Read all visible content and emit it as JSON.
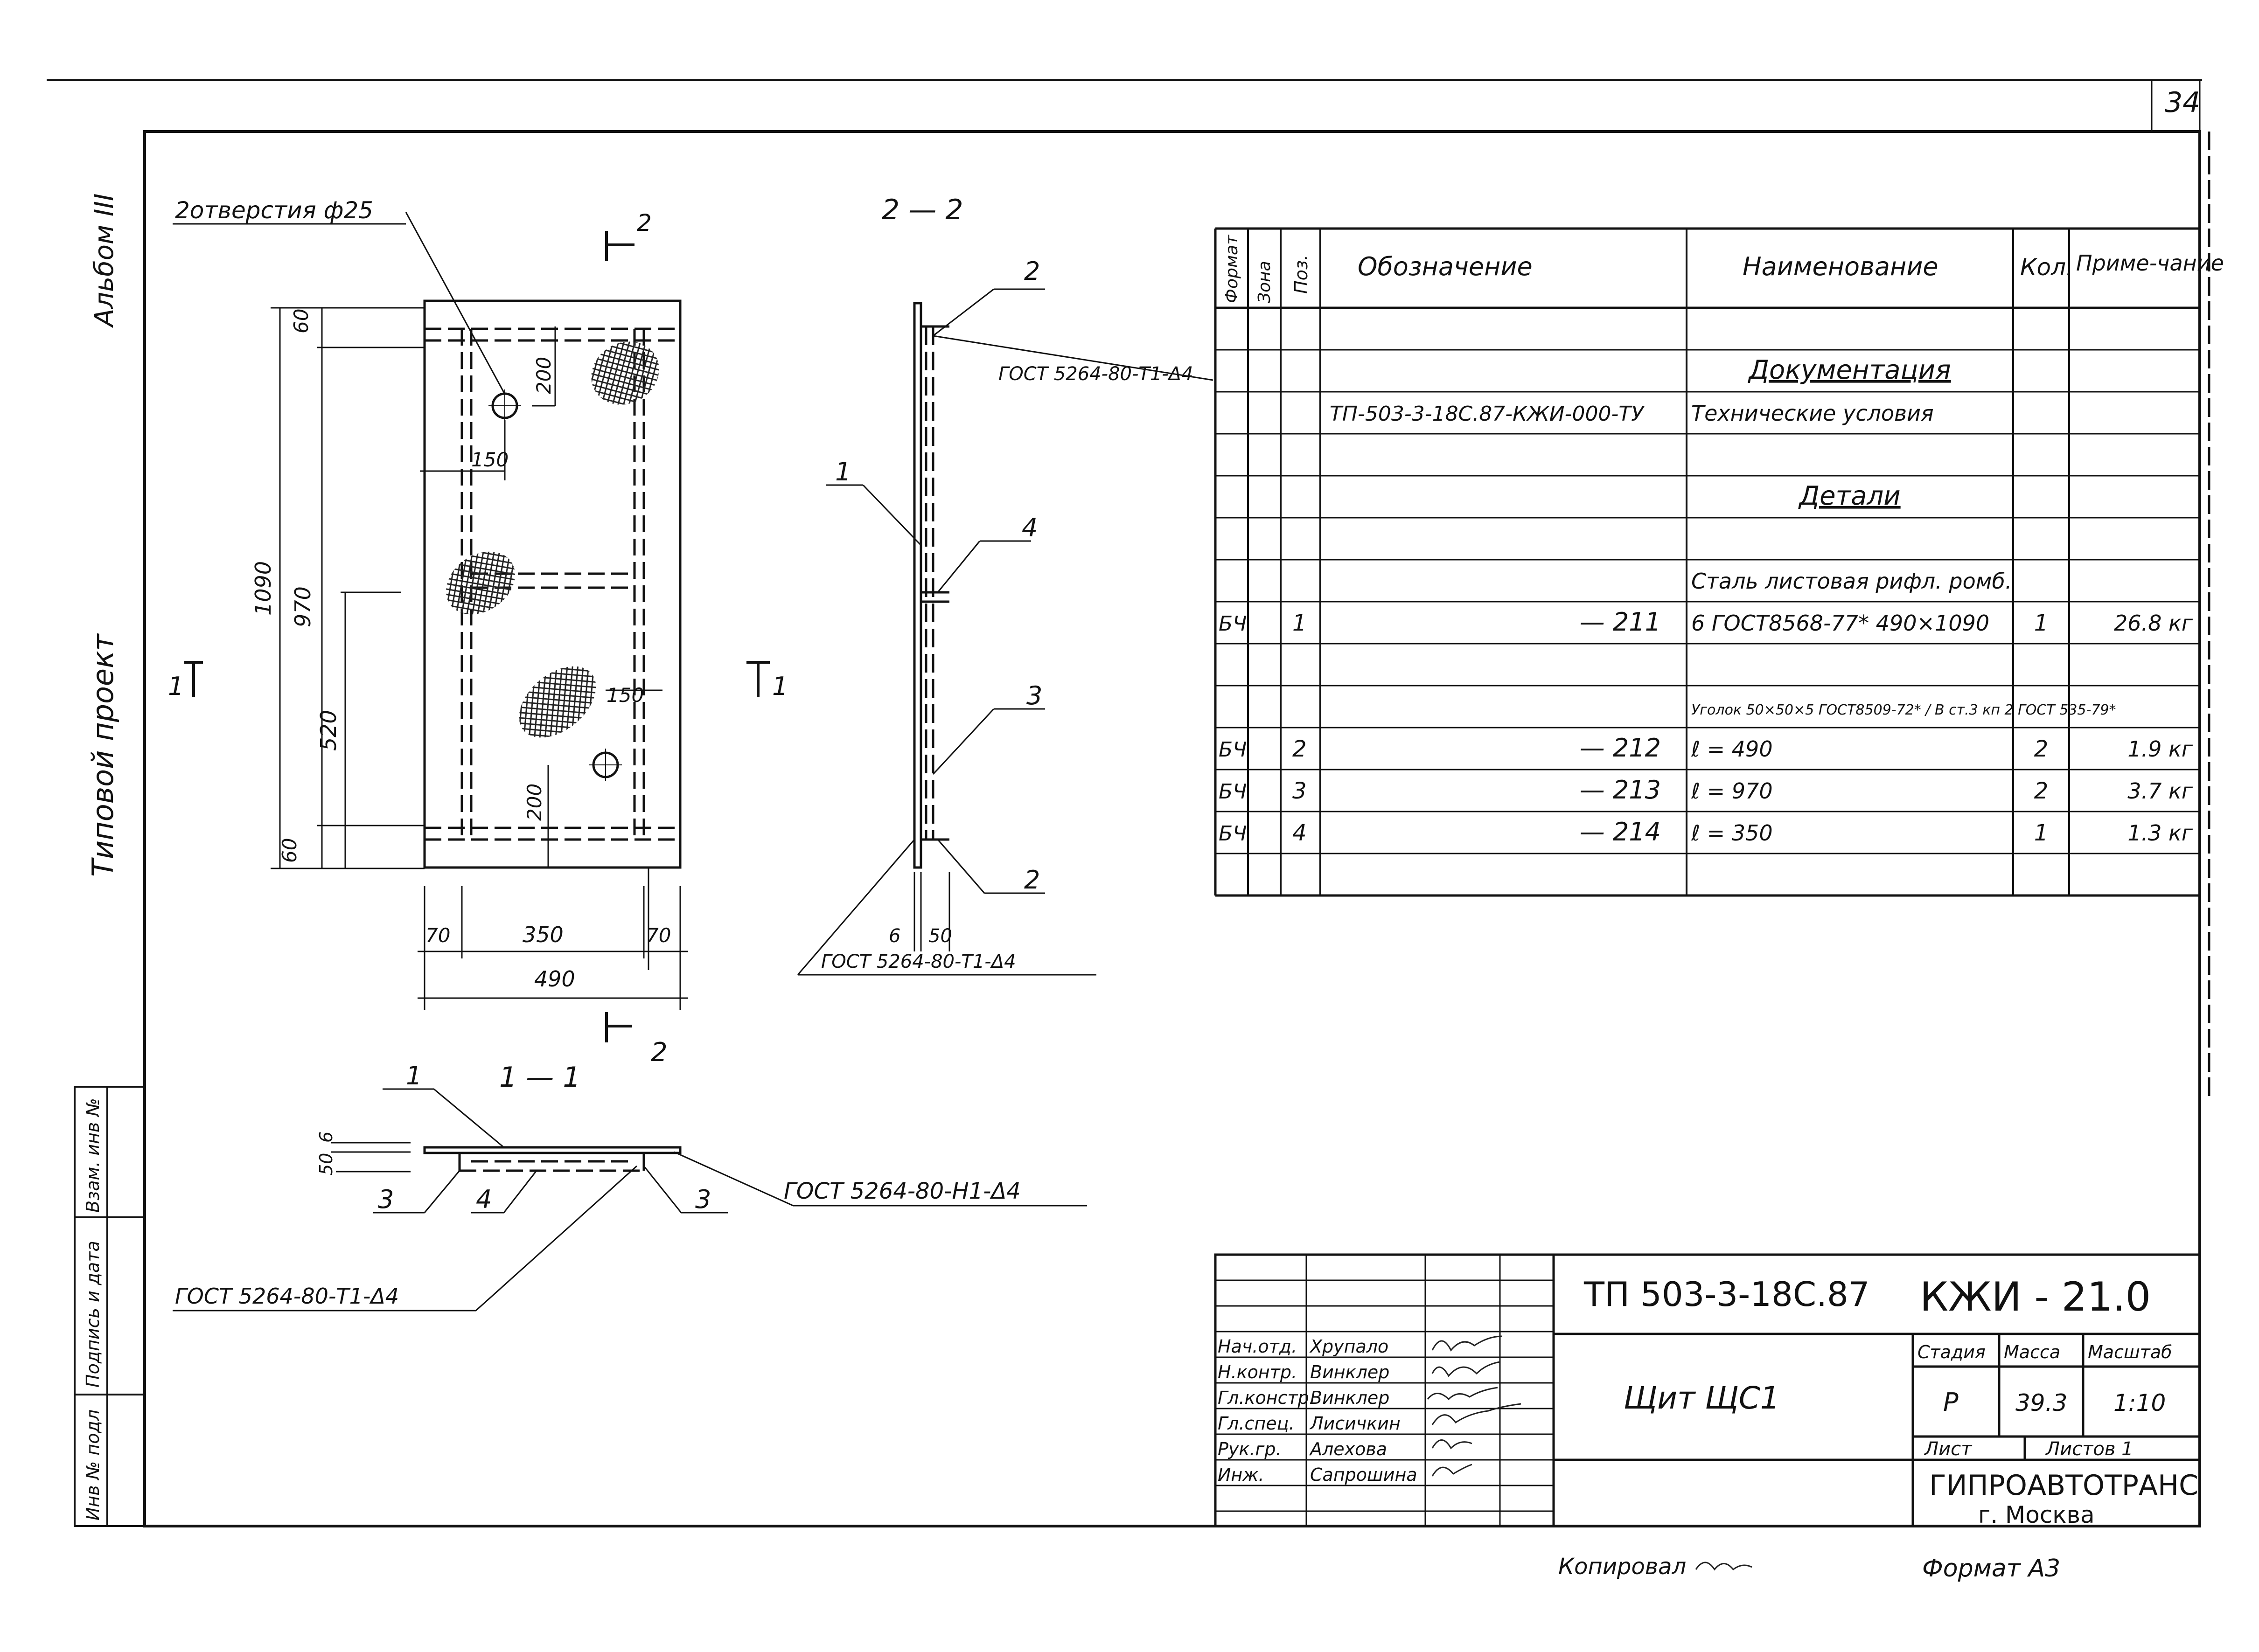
{
  "sheet_number": "34",
  "side_stamp": {
    "album": "Альбом III",
    "project_type": "Типовой проект",
    "inv_no_label": "Инв № подл",
    "sign_date_label": "Подпись и дата",
    "replaces_label": "Взам. инв №"
  },
  "front_view": {
    "holes_note": "2отверстия ф25",
    "section_cut_label": "2",
    "section_mark_left": "1",
    "section_mark_right": "1",
    "dims": {
      "top": "60",
      "hole_offset": "200",
      "hole_side": "150",
      "overall_height": "1090",
      "inner_height": "970",
      "lower": "520",
      "hole_side_2": "150",
      "hole_offset_2": "200",
      "bottom": "60",
      "left_w": "70",
      "middle_w": "350",
      "right_w": "70",
      "overall_width": "490"
    }
  },
  "section_2_2": {
    "title": "2 — 2",
    "callouts": [
      "2",
      "1",
      "4",
      "3",
      "2"
    ],
    "weld_top": "ГОСТ 5264-80-Т1-Δ4",
    "weld_bottom": "ГОСТ 5264-80-Т1-Δ4",
    "dim_thickness": "6",
    "dim_flange": "50"
  },
  "section_1_1": {
    "title": "1 — 1",
    "callouts": [
      "1",
      "3",
      "4",
      "3"
    ],
    "dim_height": "50",
    "dim_thickness": "6",
    "weld_right": "ГОСТ 5264-80-Н1-Δ4",
    "weld_bottom": "ГОСТ 5264-80-Т1-Δ4"
  },
  "spec_table": {
    "headers": {
      "format": "Формат",
      "zone": "Зона",
      "pos": "Поз.",
      "designation": "Обозначение",
      "name": "Наименование",
      "qty": "Кол.",
      "note": "Приме-чание"
    },
    "rows": [
      {
        "format": "",
        "zone": "",
        "pos": "",
        "designation": "",
        "name": "",
        "qty": "",
        "note": ""
      },
      {
        "format": "",
        "zone": "",
        "pos": "",
        "designation": "",
        "name": "Документация",
        "qty": "",
        "note": "",
        "heading": true
      },
      {
        "format": "",
        "zone": "",
        "pos": "",
        "designation": "ТП-503-3-18С.87-КЖИ-000-ТУ",
        "name": "Технические условия",
        "qty": "",
        "note": ""
      },
      {
        "format": "",
        "zone": "",
        "pos": "",
        "designation": "",
        "name": "",
        "qty": "",
        "note": ""
      },
      {
        "format": "",
        "zone": "",
        "pos": "",
        "designation": "",
        "name": "Детали",
        "qty": "",
        "note": "",
        "heading": true
      },
      {
        "format": "",
        "zone": "",
        "pos": "",
        "designation": "",
        "name": "",
        "qty": "",
        "note": ""
      },
      {
        "format": "",
        "zone": "",
        "pos": "",
        "designation": "",
        "name": "Сталь листовая рифл. ромб.",
        "qty": "",
        "note": ""
      },
      {
        "format": "БЧ",
        "zone": "",
        "pos": "1",
        "designation": "— 211",
        "name": "6 ГОСТ8568-77* 490×1090",
        "qty": "1",
        "note": "26.8 кг"
      },
      {
        "format": "",
        "zone": "",
        "pos": "",
        "designation": "",
        "name": "",
        "qty": "",
        "note": ""
      },
      {
        "format": "",
        "zone": "",
        "pos": "",
        "designation": "",
        "name": "Уголок 50×50×5 ГОСТ8509-72* / В ст.3 кп 2 ГОСТ 535-79*",
        "qty": "",
        "note": ""
      },
      {
        "format": "БЧ",
        "zone": "",
        "pos": "2",
        "designation": "— 212",
        "name": "ℓ = 490",
        "qty": "2",
        "note": "1.9 кг"
      },
      {
        "format": "БЧ",
        "zone": "",
        "pos": "3",
        "designation": "— 213",
        "name": "ℓ = 970",
        "qty": "2",
        "note": "3.7 кг"
      },
      {
        "format": "БЧ",
        "zone": "",
        "pos": "4",
        "designation": "— 214",
        "name": "ℓ = 350",
        "qty": "1",
        "note": "1.3 кг"
      },
      {
        "format": "",
        "zone": "",
        "pos": "",
        "designation": "",
        "name": "",
        "qty": "",
        "note": ""
      }
    ]
  },
  "title_block": {
    "project_code": "ТП 503-3-18С.87",
    "drawing_code": "КЖИ - 21.0",
    "item_name": "Щит ЩС1",
    "stage_label": "Стадия",
    "mass_label": "Масса",
    "scale_label": "Масштаб",
    "stage": "Р",
    "mass": "39.3",
    "scale": "1:10",
    "sheet_label": "Лист",
    "sheets_label": "Листов 1",
    "organization": "ГИПРОАВТОТРАНС",
    "city": "г. Москва",
    "roles": [
      {
        "role": "Нач.отд.",
        "name": "Хрупало"
      },
      {
        "role": "Н.контр.",
        "name": "Винклер"
      },
      {
        "role": "Гл.констр.",
        "name": "Винклер"
      },
      {
        "role": "Гл.спец.",
        "name": "Лисичкин"
      },
      {
        "role": "Рук.гр.",
        "name": "Алехова"
      },
      {
        "role": "Инж.",
        "name": "Сапрошина"
      }
    ]
  },
  "footer": {
    "copied": "Копировал",
    "format": "Формат А3"
  }
}
